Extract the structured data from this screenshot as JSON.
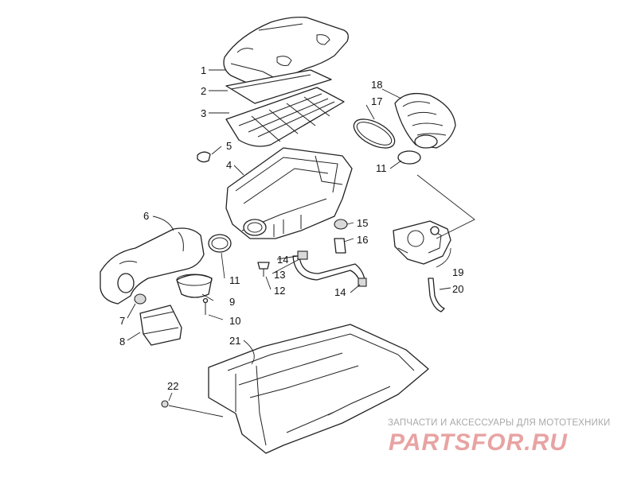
{
  "callouts": {
    "c1": "1",
    "c2": "2",
    "c3": "3",
    "c4": "4",
    "c5": "5",
    "c6": "6",
    "c7": "7",
    "c8": "8",
    "c9": "9",
    "c10": "10",
    "c11a": "11",
    "c11b": "11",
    "c12": "12",
    "c13": "13",
    "c14a": "14",
    "c14b": "14",
    "c15": "15",
    "c16": "16",
    "c17": "17",
    "c18": "18",
    "c19": "19",
    "c20": "20",
    "c21": "21",
    "c22": "22"
  },
  "watermark": {
    "tagline": "ЗАПЧАСТИ И АКСЕССУАРЫ ДЛЯ МОТОТЕХНИКИ",
    "brand": "PARTSFOR.RU",
    "color": "#e8a3a3"
  }
}
